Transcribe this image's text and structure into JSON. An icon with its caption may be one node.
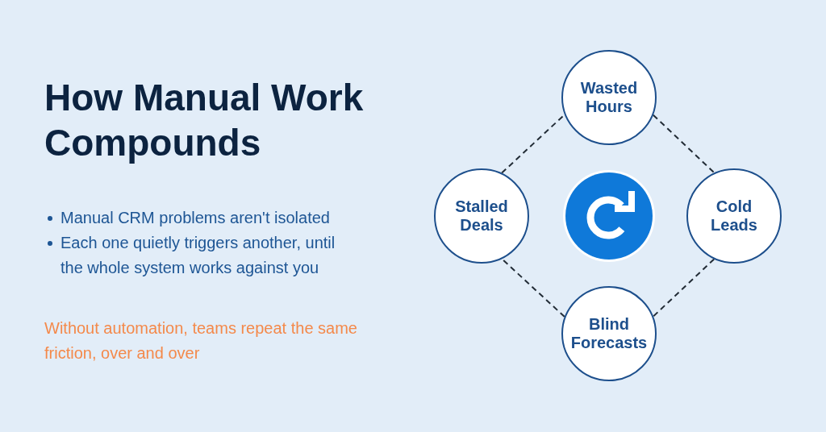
{
  "diagram": {
    "title": "How Manual Work Compounds",
    "nodes": [
      {
        "text": [
          "Wasted Hours"
        ]
      },
      {
        "text": [
          "Stalled Deals"
        ]
      },
      {
        "text": [
          "Cold Leads"
        ]
      },
      {
        "text": [
          "Blind Forecasts"
        ]
      }
    ],
    "edges": [
      {
        "from": 0,
        "to": 2,
        "arrow": "none",
        "style": "dashed"
      },
      {
        "from": 2,
        "to": 3,
        "arrow": "none",
        "style": "dashed"
      },
      {
        "from": 3,
        "to": 1,
        "arrow": "none",
        "style": "dashed"
      },
      {
        "from": 1,
        "to": 0,
        "arrow": "none",
        "style": "dashed"
      }
    ],
    "labels": [
      "Manual CRM problems aren't isolated",
      "Each one quietly triggers another, until the whole system works against you",
      "Without automation, teams repeat the same friction, over and over"
    ]
  }
}
